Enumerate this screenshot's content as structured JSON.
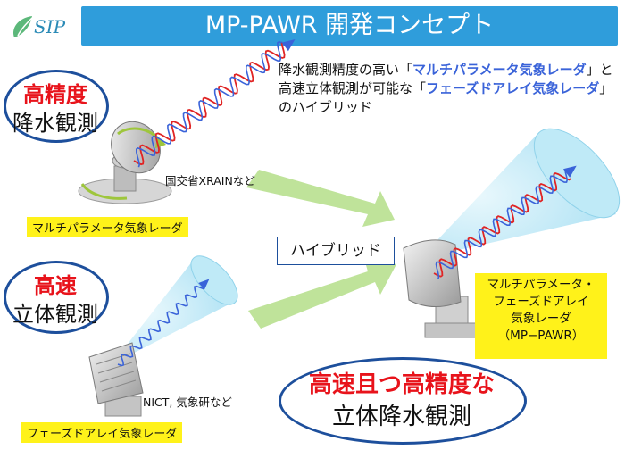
{
  "logo": {
    "text": "SIP"
  },
  "title": "MP-PAWR 開発コンセプト",
  "top_ellipse": {
    "line1": "高精度",
    "line2": "降水観測"
  },
  "mid_ellipse": {
    "line1": "高速",
    "line2": "立体観測"
  },
  "bottom_ellipse": {
    "line1": "高速且つ高精度な",
    "line2": "立体降水観測"
  },
  "description": {
    "part1": "降水観測精度の高い「",
    "part2": "マルチパラメータ気象レーダ",
    "part3": "」と高速立体観測が可能な「",
    "part4": "フェーズドアレイ気象レーダ",
    "part5": "」のハイブリッド"
  },
  "labels": {
    "xrain": "国交省XRAINなど",
    "nict": "NICT, 気象研など",
    "multi_radar": "マルチパラメータ気象レーダ",
    "phased_radar": "フェーズドアレイ気象レーダ",
    "hybrid": "ハイブリッド"
  },
  "mp_pawr_box": {
    "line1": "マルチパラメータ・",
    "line2": "フェーズドアレイ",
    "line3": "気象レーダ",
    "line4": "（MP−PAWR）"
  },
  "colors": {
    "title_bar": "#2f9ddb",
    "ellipse_border": "#1d4f9c",
    "highlight": "#fff21a",
    "red_text": "#e8131b",
    "blue_text": "#3a63d9",
    "arrow": "#bfe39a",
    "beam": "#aee5f5"
  }
}
